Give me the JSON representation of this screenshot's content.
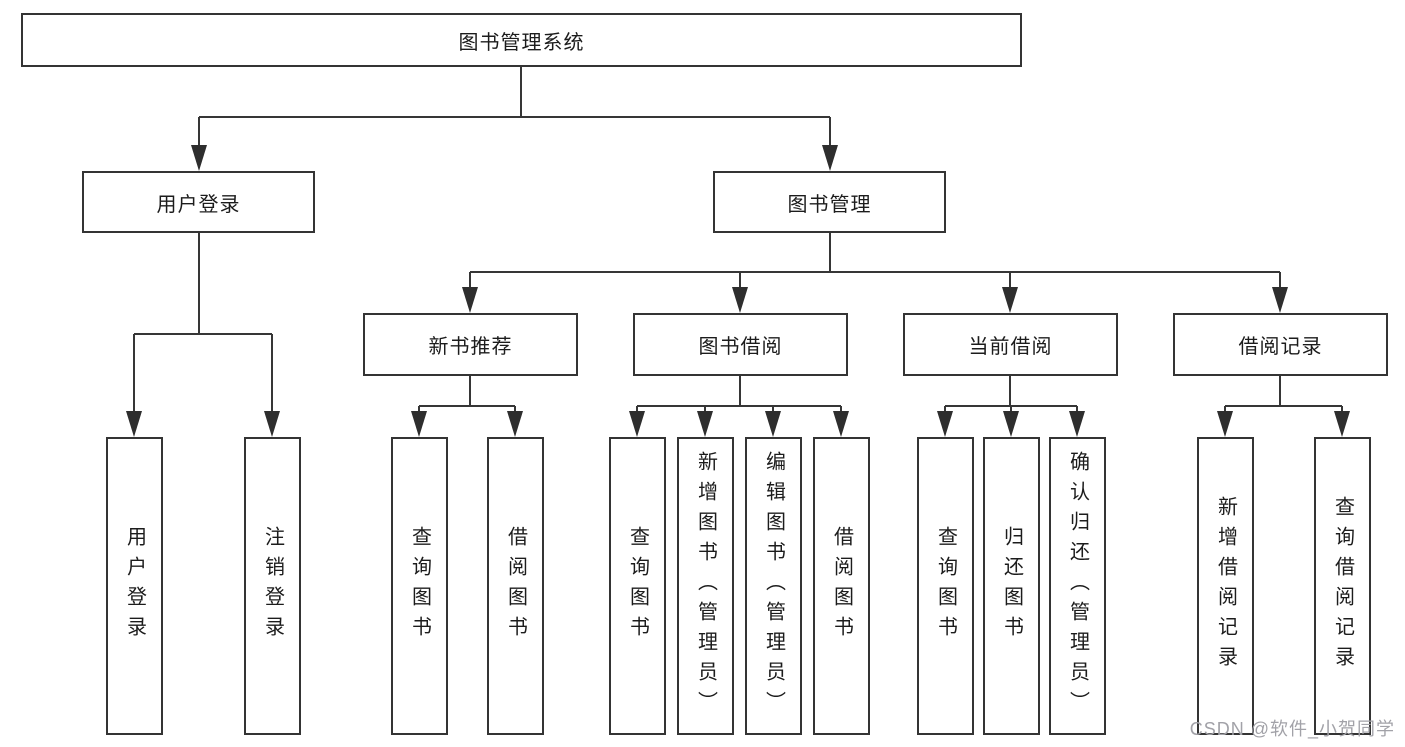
{
  "title": "图书管理系统",
  "watermark": "CSDN @软件_小贺同学",
  "colors": {
    "line": "#363636",
    "box_border": "#343434",
    "text": "#1c1c1c",
    "watermark_text": "#a2a2a8",
    "background": "#ffffff"
  },
  "tree": {
    "root": {
      "label": "图书管理系统"
    },
    "level2": [
      {
        "label": "用户登录",
        "children": [
          {
            "label": "用户登录"
          },
          {
            "label": "注销登录"
          }
        ]
      },
      {
        "label": "图书管理",
        "children": [
          {
            "label": "新书推荐",
            "children": [
              {
                "label": "查询图书"
              },
              {
                "label": "借阅图书"
              }
            ]
          },
          {
            "label": "图书借阅",
            "children": [
              {
                "label": "查询图书"
              },
              {
                "label": "新增图书（管理员）"
              },
              {
                "label": "编辑图书（管理员）"
              },
              {
                "label": "借阅图书"
              }
            ]
          },
          {
            "label": "当前借阅",
            "children": [
              {
                "label": "查询图书"
              },
              {
                "label": "归还图书"
              },
              {
                "label": "确认归还（管理员）"
              }
            ]
          },
          {
            "label": "借阅记录",
            "children": [
              {
                "label": "新增借阅记录"
              },
              {
                "label": "查询借阅记录"
              }
            ]
          }
        ]
      }
    ]
  }
}
